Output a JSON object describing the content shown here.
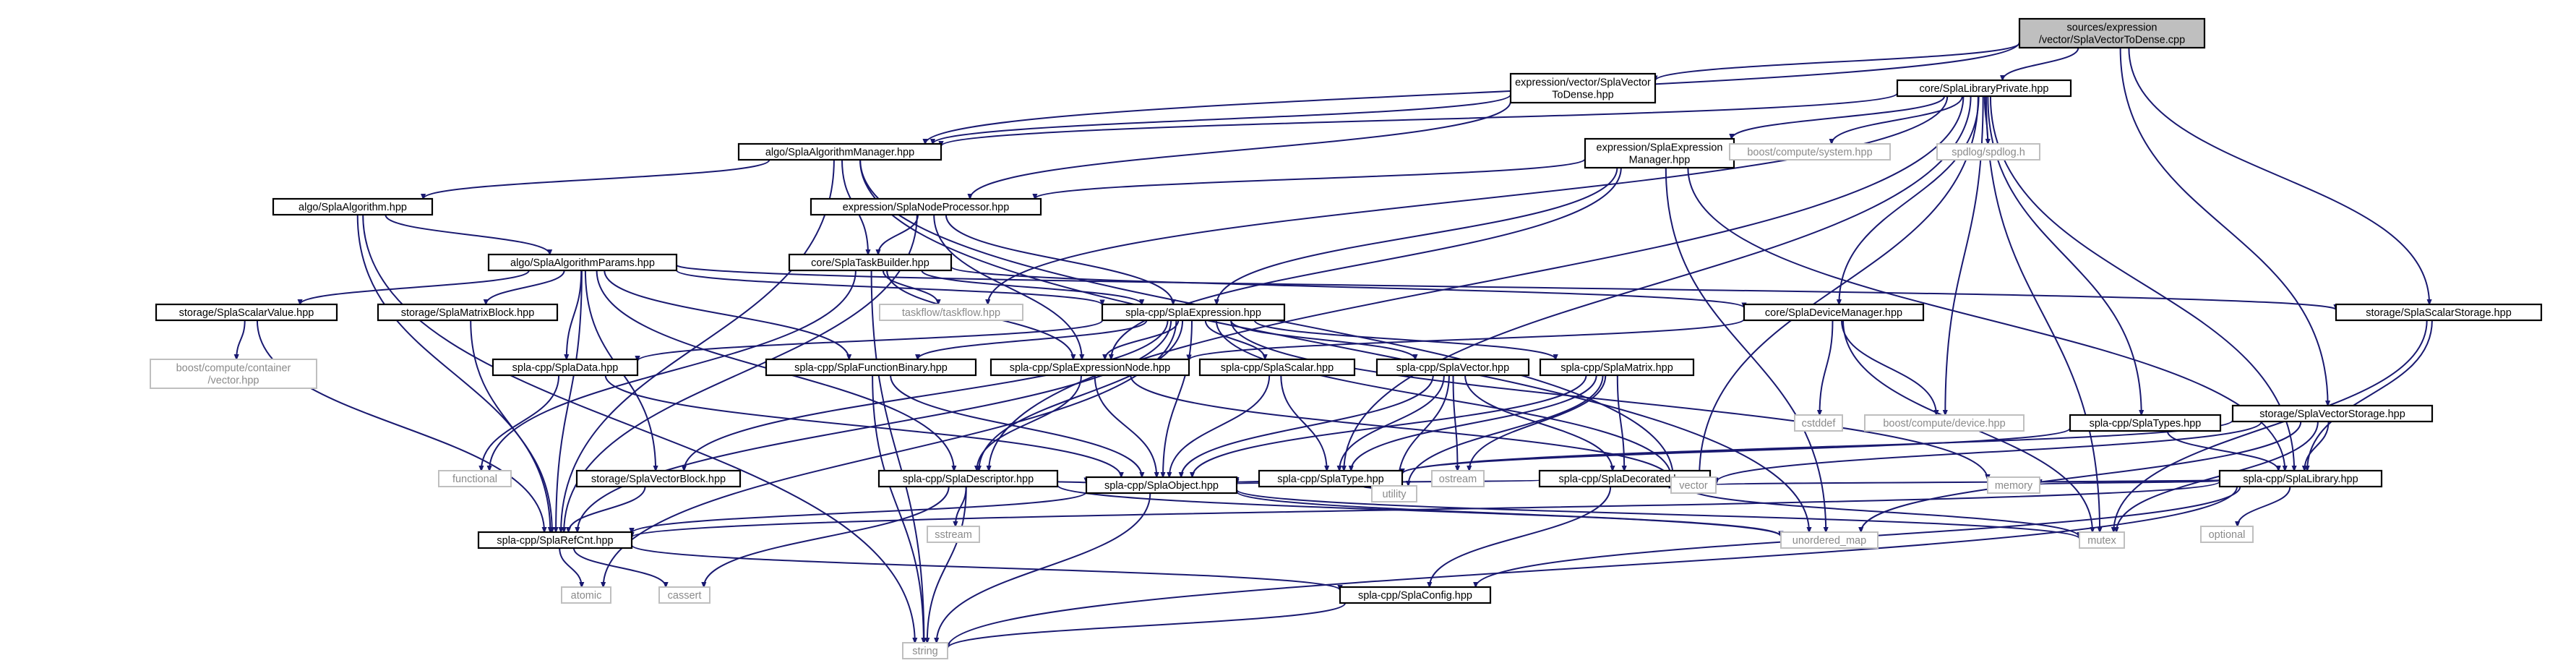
{
  "nodes": [
    {
      "id": "root",
      "label": "sources/expression\n/vector/SplaVectorToDense.cpp",
      "kind": "root"
    },
    {
      "id": "exprhpp",
      "label": "expression/vector/SplaVector\nToDense.hpp",
      "kind": "local"
    },
    {
      "id": "libpriv",
      "label": "core/SplaLibraryPrivate.hpp",
      "kind": "local"
    },
    {
      "id": "algmgr",
      "label": "algo/SplaAlgorithmManager.hpp",
      "kind": "local"
    },
    {
      "id": "exprmgr",
      "label": "expression/SplaExpression\nManager.hpp",
      "kind": "local"
    },
    {
      "id": "bcsys",
      "label": "boost/compute/system.hpp",
      "kind": "external"
    },
    {
      "id": "spdlog",
      "label": "spdlog/spdlog.h",
      "kind": "external"
    },
    {
      "id": "algo",
      "label": "algo/SplaAlgorithm.hpp",
      "kind": "local"
    },
    {
      "id": "nodeproc",
      "label": "expression/SplaNodeProcessor.hpp",
      "kind": "local"
    },
    {
      "id": "algparams",
      "label": "algo/SplaAlgorithmParams.hpp",
      "kind": "local"
    },
    {
      "id": "taskbld",
      "label": "core/SplaTaskBuilder.hpp",
      "kind": "local"
    },
    {
      "id": "scalarval",
      "label": "storage/SplaScalarValue.hpp",
      "kind": "local"
    },
    {
      "id": "matblock",
      "label": "storage/SplaMatrixBlock.hpp",
      "kind": "local"
    },
    {
      "id": "taskflow",
      "label": "taskflow/taskflow.hpp",
      "kind": "external"
    },
    {
      "id": "expression",
      "label": "spla-cpp/SplaExpression.hpp",
      "kind": "local"
    },
    {
      "id": "devmgr",
      "label": "core/SplaDeviceManager.hpp",
      "kind": "local"
    },
    {
      "id": "scalstor",
      "label": "storage/SplaScalarStorage.hpp",
      "kind": "local"
    },
    {
      "id": "bccont",
      "label": "boost/compute/container\n/vector.hpp",
      "kind": "external"
    },
    {
      "id": "data",
      "label": "spla-cpp/SplaData.hpp",
      "kind": "local"
    },
    {
      "id": "funcbin",
      "label": "spla-cpp/SplaFunctionBinary.hpp",
      "kind": "local"
    },
    {
      "id": "exprnode",
      "label": "spla-cpp/SplaExpressionNode.hpp",
      "kind": "local"
    },
    {
      "id": "scalar",
      "label": "spla-cpp/SplaScalar.hpp",
      "kind": "local"
    },
    {
      "id": "vector",
      "label": "spla-cpp/SplaVector.hpp",
      "kind": "local"
    },
    {
      "id": "matrix",
      "label": "spla-cpp/SplaMatrix.hpp",
      "kind": "local"
    },
    {
      "id": "cstddef",
      "label": "cstddef",
      "kind": "external"
    },
    {
      "id": "bcdev",
      "label": "boost/compute/device.hpp",
      "kind": "external"
    },
    {
      "id": "types",
      "label": "spla-cpp/SplaTypes.hpp",
      "kind": "local"
    },
    {
      "id": "vecstor",
      "label": "storage/SplaVectorStorage.hpp",
      "kind": "local"
    },
    {
      "id": "functional",
      "label": "functional",
      "kind": "external"
    },
    {
      "id": "vecblock",
      "label": "storage/SplaVectorBlock.hpp",
      "kind": "local"
    },
    {
      "id": "descriptor",
      "label": "spla-cpp/SplaDescriptor.hpp",
      "kind": "local"
    },
    {
      "id": "type",
      "label": "spla-cpp/SplaType.hpp",
      "kind": "local"
    },
    {
      "id": "decorated",
      "label": "spla-cpp/SplaDecorated.hpp",
      "kind": "local"
    },
    {
      "id": "library",
      "label": "spla-cpp/SplaLibrary.hpp",
      "kind": "local"
    },
    {
      "id": "ostream",
      "label": "ostream",
      "kind": "external"
    },
    {
      "id": "vectorstd",
      "label": "vector",
      "kind": "external"
    },
    {
      "id": "memory",
      "label": "memory",
      "kind": "external"
    },
    {
      "id": "sstream",
      "label": "sstream",
      "kind": "external"
    },
    {
      "id": "object",
      "label": "spla-cpp/SplaObject.hpp",
      "kind": "local"
    },
    {
      "id": "utility",
      "label": "utility",
      "kind": "external"
    },
    {
      "id": "optional",
      "label": "optional",
      "kind": "external"
    },
    {
      "id": "refcnt",
      "label": "spla-cpp/SplaRefCnt.hpp",
      "kind": "local"
    },
    {
      "id": "umap",
      "label": "unordered_map",
      "kind": "external"
    },
    {
      "id": "mutex",
      "label": "mutex",
      "kind": "external"
    },
    {
      "id": "atomic",
      "label": "atomic",
      "kind": "external"
    },
    {
      "id": "cassert",
      "label": "cassert",
      "kind": "external"
    },
    {
      "id": "config",
      "label": "spla-cpp/SplaConfig.hpp",
      "kind": "local"
    },
    {
      "id": "string",
      "label": "string",
      "kind": "external"
    }
  ],
  "edges": [
    [
      "root",
      "exprhpp"
    ],
    [
      "root",
      "libpriv"
    ],
    [
      "root",
      "algmgr"
    ],
    [
      "root",
      "vecstor"
    ],
    [
      "root",
      "scalstor"
    ],
    [
      "exprhpp",
      "algmgr"
    ],
    [
      "exprhpp",
      "nodeproc"
    ],
    [
      "libpriv",
      "algmgr"
    ],
    [
      "libpriv",
      "exprmgr"
    ],
    [
      "libpriv",
      "bcsys"
    ],
    [
      "libpriv",
      "spdlog"
    ],
    [
      "libpriv",
      "devmgr"
    ],
    [
      "libpriv",
      "types"
    ],
    [
      "libpriv",
      "library"
    ],
    [
      "libpriv",
      "taskflow"
    ],
    [
      "libpriv",
      "descriptor"
    ],
    [
      "libpriv",
      "type"
    ],
    [
      "libpriv",
      "bcdev"
    ],
    [
      "libpriv",
      "vectorstd"
    ],
    [
      "libpriv",
      "mutex"
    ],
    [
      "algmgr",
      "algo"
    ],
    [
      "algmgr",
      "taskbld"
    ],
    [
      "algmgr",
      "vectorstd"
    ],
    [
      "algmgr",
      "umap"
    ],
    [
      "algmgr",
      "refcnt"
    ],
    [
      "exprmgr",
      "nodeproc"
    ],
    [
      "exprmgr",
      "expression"
    ],
    [
      "exprmgr",
      "exprnode"
    ],
    [
      "exprmgr",
      "library"
    ],
    [
      "exprmgr",
      "umap"
    ],
    [
      "algo",
      "algparams"
    ],
    [
      "algo",
      "refcnt"
    ],
    [
      "algo",
      "string"
    ],
    [
      "nodeproc",
      "taskbld"
    ],
    [
      "nodeproc",
      "expression"
    ],
    [
      "nodeproc",
      "exprnode"
    ],
    [
      "nodeproc",
      "refcnt"
    ],
    [
      "algparams",
      "scalarval"
    ],
    [
      "algparams",
      "matblock"
    ],
    [
      "algparams",
      "data"
    ],
    [
      "algparams",
      "funcbin"
    ],
    [
      "algparams",
      "descriptor"
    ],
    [
      "algparams",
      "vecblock"
    ],
    [
      "algparams",
      "refcnt"
    ],
    [
      "algparams",
      "expression"
    ],
    [
      "algparams",
      "scalstor"
    ],
    [
      "taskbld",
      "taskflow"
    ],
    [
      "taskbld",
      "expression"
    ],
    [
      "taskbld",
      "exprnode"
    ],
    [
      "taskbld",
      "devmgr"
    ],
    [
      "taskbld",
      "functional"
    ],
    [
      "taskbld",
      "string"
    ],
    [
      "scalarval",
      "bccont"
    ],
    [
      "scalarval",
      "refcnt"
    ],
    [
      "matblock",
      "refcnt"
    ],
    [
      "expression",
      "data"
    ],
    [
      "expression",
      "funcbin"
    ],
    [
      "expression",
      "exprnode"
    ],
    [
      "expression",
      "scalar"
    ],
    [
      "expression",
      "vector"
    ],
    [
      "expression",
      "matrix"
    ],
    [
      "expression",
      "descriptor"
    ],
    [
      "expression",
      "object"
    ],
    [
      "expression",
      "refcnt"
    ],
    [
      "expression",
      "vecblock"
    ],
    [
      "expression",
      "vectorstd"
    ],
    [
      "expression",
      "memory"
    ],
    [
      "expression",
      "atomic"
    ],
    [
      "devmgr",
      "cstddef"
    ],
    [
      "devmgr",
      "bcdev"
    ],
    [
      "devmgr",
      "mutex"
    ],
    [
      "devmgr",
      "exprnode"
    ],
    [
      "scalstor",
      "library"
    ],
    [
      "scalstor",
      "mutex"
    ],
    [
      "data",
      "functional"
    ],
    [
      "data",
      "object"
    ],
    [
      "funcbin",
      "object"
    ],
    [
      "funcbin",
      "string"
    ],
    [
      "exprnode",
      "descriptor"
    ],
    [
      "exprnode",
      "object"
    ],
    [
      "exprnode",
      "vectorstd"
    ],
    [
      "scalar",
      "type"
    ],
    [
      "scalar",
      "object"
    ],
    [
      "vector",
      "type"
    ],
    [
      "vector",
      "decorated"
    ],
    [
      "vector",
      "object"
    ],
    [
      "vector",
      "ostream"
    ],
    [
      "vector",
      "utility"
    ],
    [
      "matrix",
      "type"
    ],
    [
      "matrix",
      "decorated"
    ],
    [
      "matrix",
      "object"
    ],
    [
      "matrix",
      "ostream"
    ],
    [
      "matrix",
      "utility"
    ],
    [
      "types",
      "library"
    ],
    [
      "types",
      "type"
    ],
    [
      "vecstor",
      "library"
    ],
    [
      "vecstor",
      "vectorstd"
    ],
    [
      "vecstor",
      "umap"
    ],
    [
      "vecstor",
      "mutex"
    ],
    [
      "vecstor",
      "type"
    ],
    [
      "vecblock",
      "refcnt"
    ],
    [
      "descriptor",
      "object"
    ],
    [
      "descriptor",
      "sstream"
    ],
    [
      "descriptor",
      "cassert"
    ],
    [
      "descriptor",
      "string"
    ],
    [
      "descriptor",
      "umap"
    ],
    [
      "type",
      "object"
    ],
    [
      "type",
      "utility"
    ],
    [
      "decorated",
      "object"
    ],
    [
      "decorated",
      "vectorstd"
    ],
    [
      "decorated",
      "mutex"
    ],
    [
      "decorated",
      "config"
    ],
    [
      "library",
      "vectorstd"
    ],
    [
      "library",
      "memory"
    ],
    [
      "library",
      "optional"
    ],
    [
      "library",
      "refcnt"
    ],
    [
      "library",
      "config"
    ],
    [
      "library",
      "string"
    ],
    [
      "object",
      "refcnt"
    ],
    [
      "object",
      "umap"
    ],
    [
      "object",
      "mutex"
    ],
    [
      "object",
      "string"
    ],
    [
      "refcnt",
      "atomic"
    ],
    [
      "refcnt",
      "cassert"
    ],
    [
      "refcnt",
      "config"
    ],
    [
      "config",
      "string"
    ]
  ]
}
